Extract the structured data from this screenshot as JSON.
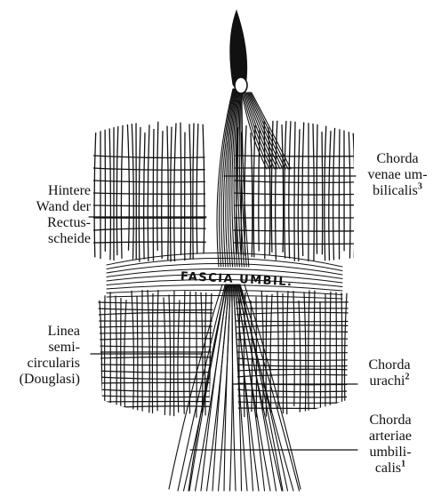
{
  "labels": {
    "hintere_wand": {
      "lines": [
        "Hintere",
        "Wand der",
        "Rectus-",
        "scheide"
      ]
    },
    "linea_semicircularis": {
      "lines": [
        "Linea",
        "semi-",
        "circularis",
        "(Douglasi)"
      ]
    },
    "chorda_venae": {
      "lines": [
        "Chorda",
        "venae um-",
        "bilicalis"
      ],
      "sup": "3"
    },
    "chorda_urachi": {
      "lines": [
        "Chorda",
        "urachi"
      ],
      "sup": "2"
    },
    "chorda_arteriae": {
      "lines": [
        "Chorda",
        "arteriae",
        "umbili-",
        "calis"
      ],
      "sup": "1"
    },
    "fascia": "FASCIA UMBIL."
  },
  "colors": {
    "ink": "#111111",
    "paper": "#ffffff"
  }
}
